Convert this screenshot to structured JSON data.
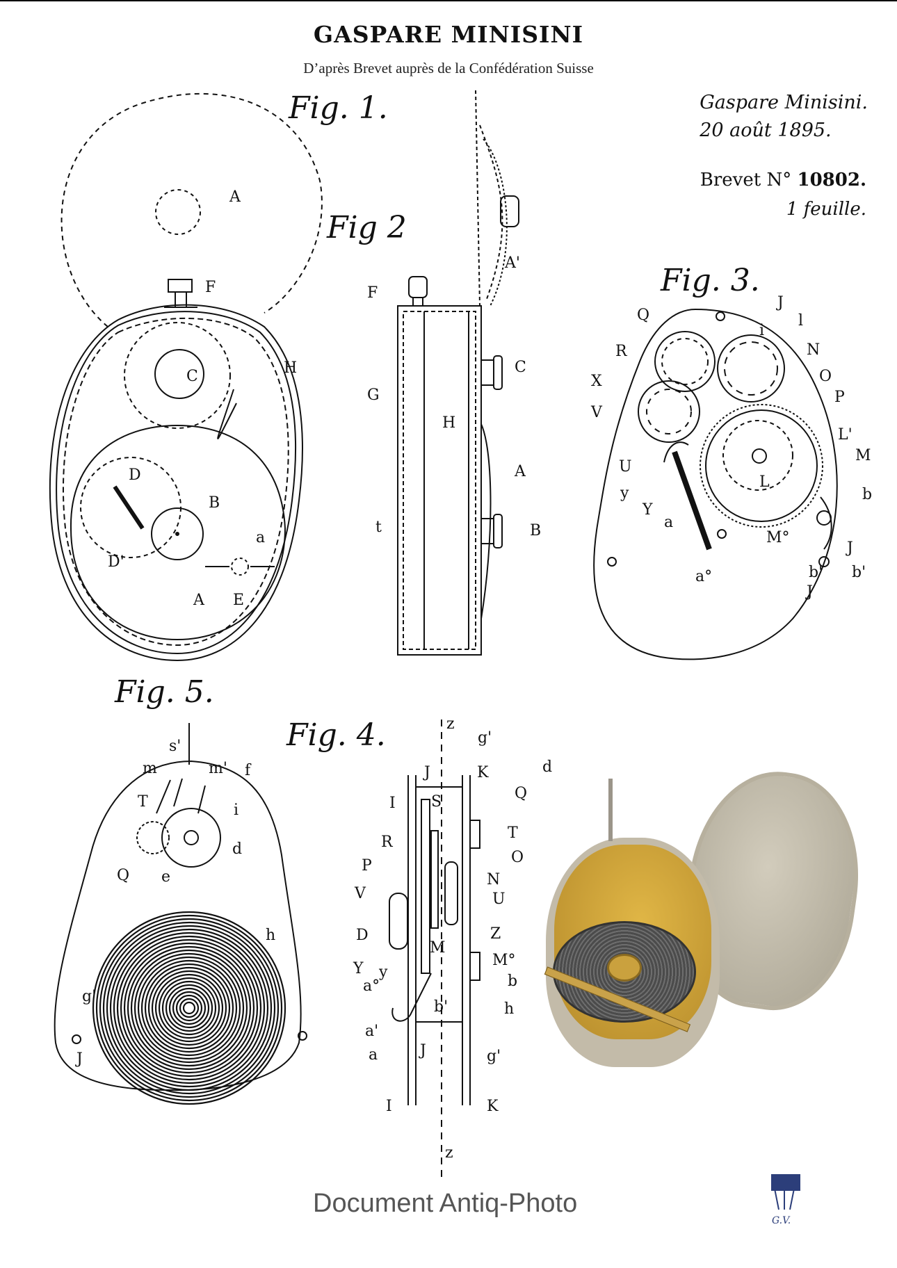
{
  "header": {
    "title": "GASPARE MINISINI",
    "subtitle": "D’après Brevet auprès de la Confédération Suisse"
  },
  "patent": {
    "author": "Gaspare Minisini.",
    "date": "20 août 1895.",
    "brevet_prefix": "Brevet N° ",
    "brevet_number": "10802.",
    "sheets": "1 feuille."
  },
  "figures": {
    "fig1": "Fig. 1.",
    "fig2": "Fig 2",
    "fig3": "Fig. 3.",
    "fig4": "Fig. 4.",
    "fig5": "Fig. 5."
  },
  "labels": {
    "fig1": [
      "A",
      "F",
      "C",
      "H",
      "D",
      "B",
      "a",
      "D'",
      "A",
      "E"
    ],
    "fig2": [
      "A'",
      "F",
      "C",
      "G",
      "H",
      "A",
      "t",
      "B"
    ],
    "fig3": [
      "J",
      "l",
      "Q",
      "i",
      "R",
      "N",
      "O",
      "X",
      "P",
      "V",
      "L'",
      "M",
      "L",
      "U",
      "y",
      "Y",
      "a",
      "b",
      "M°",
      "J",
      "b'",
      "b'",
      "a°",
      "J"
    ],
    "fig4": [
      "z",
      "g'",
      "J",
      "K",
      "d",
      "I",
      "S",
      "Q",
      "R",
      "T",
      "P",
      "O",
      "N",
      "V",
      "U",
      "D",
      "Z",
      "M",
      "Y",
      "y",
      "M°",
      "a°",
      "b",
      "b'",
      "h",
      "a'",
      "a",
      "J",
      "g'",
      "I",
      "K",
      "z"
    ],
    "fig5": [
      "s'",
      "m",
      "m'",
      "f",
      "T",
      "i",
      "d",
      "Q",
      "e",
      "h",
      "g'",
      "J"
    ]
  },
  "footer": {
    "credit": "Document Antiq-Photo",
    "logo_initials": "G.V."
  },
  "colors": {
    "ink": "#111111",
    "footer_text": "#555555",
    "brass": "#c9a24a",
    "metal": "#c8c1b0"
  }
}
